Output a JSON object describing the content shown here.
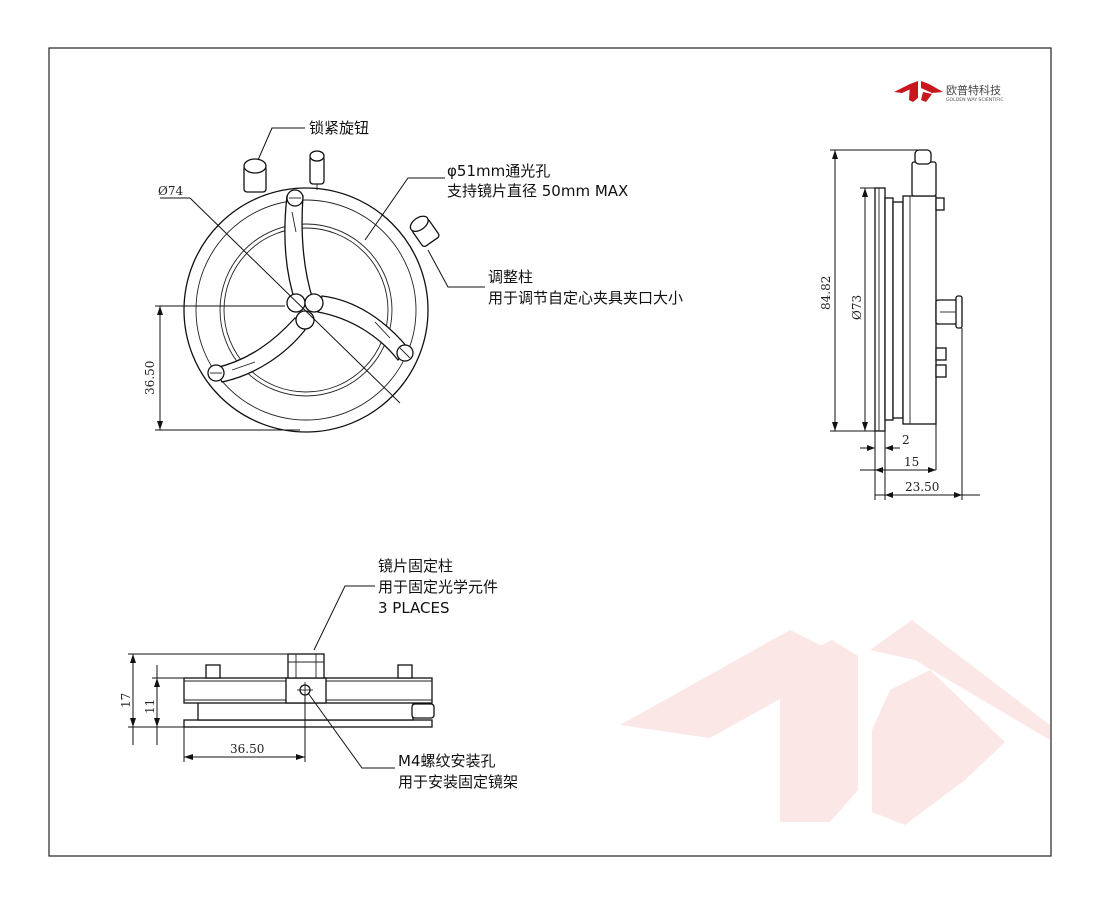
{
  "brand": {
    "name_cn": "欧普特科技",
    "name_en": "GOLDEN WAY SCIENTIFIC",
    "logo_color": "#c8161d",
    "watermark_color": "#fbe7e6"
  },
  "front_view": {
    "callouts": {
      "locking_knob": "锁紧旋钮",
      "aperture_line1": "φ51mm通光孔",
      "aperture_line2": "支持镜片直径 50mm MAX",
      "adjust_post_line1": "调整柱",
      "adjust_post_line2": "用于调节自定心夹具夹口大小"
    },
    "dimensions": {
      "outer_diameter": "Ø74",
      "center_height": "36.50"
    }
  },
  "side_view": {
    "dimensions": {
      "overall_height": "84.82",
      "inner_diameter": "Ø73",
      "flange_thickness": "2",
      "body_depth": "15",
      "overall_depth": "23.50"
    }
  },
  "bottom_view": {
    "callouts": {
      "lens_post_line1": "镜片固定柱",
      "lens_post_line2": "用于固定光学元件",
      "lens_post_line3": "3 PLACES",
      "mount_hole_line1": "M4螺纹安装孔",
      "mount_hole_line2": "用于安装固定镜架"
    },
    "dimensions": {
      "overall_height": "17",
      "body_height": "11",
      "hole_offset": "36.50"
    }
  }
}
